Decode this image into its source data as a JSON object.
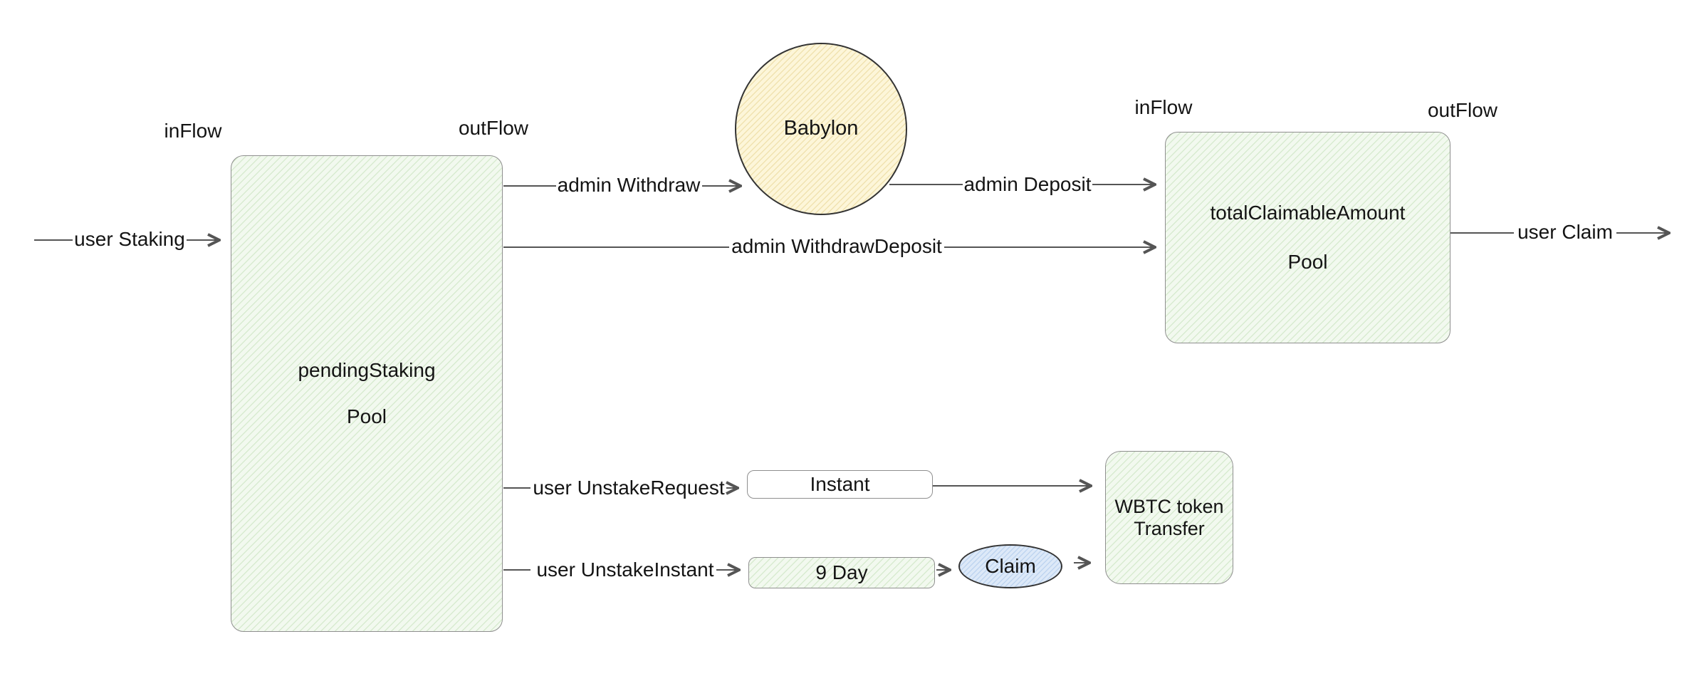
{
  "diagram": {
    "flow_labels": {
      "pending_inflow": "inFlow",
      "pending_outflow": "outFlow",
      "claimable_inflow": "inFlow",
      "claimable_outflow": "outFlow"
    },
    "nodes": {
      "pending_pool": {
        "line1": "pendingStaking",
        "line2": "Pool"
      },
      "babylon": {
        "label": "Babylon"
      },
      "claimable_pool": {
        "line1": "totalClaimableAmount",
        "line2": "Pool"
      },
      "instant": {
        "label": "Instant"
      },
      "nine_day": {
        "label": "9 Day"
      },
      "claim": {
        "label": "Claim"
      },
      "wbtc": {
        "line1": "WBTC token",
        "line2": "Transfer"
      }
    },
    "edges": {
      "user_staking": {
        "label": "user Staking"
      },
      "admin_withdraw": {
        "label": "admin Withdraw"
      },
      "admin_deposit": {
        "label": "admin Deposit"
      },
      "admin_withdraw_deposit": {
        "label": "admin WithdrawDeposit"
      },
      "user_claim": {
        "label": "user Claim"
      },
      "user_unstake_request": {
        "label": "user UnstakeRequest"
      },
      "user_unstake_instant": {
        "label": "user UnstakeInstant"
      }
    },
    "colors": {
      "pool_fill": "#f2f9ef",
      "pool_hatch": "#d8ebd0",
      "babylon_fill": "#fdf6d9",
      "babylon_hatch": "#f0e2b0",
      "claim_fill": "#dde9f8",
      "claim_hatch": "#bfd5f0",
      "instant_fill": "#ffffff",
      "border": "#8f8f8f",
      "dark_border": "#333333",
      "arrow": "#555555",
      "text": "#141414"
    }
  }
}
